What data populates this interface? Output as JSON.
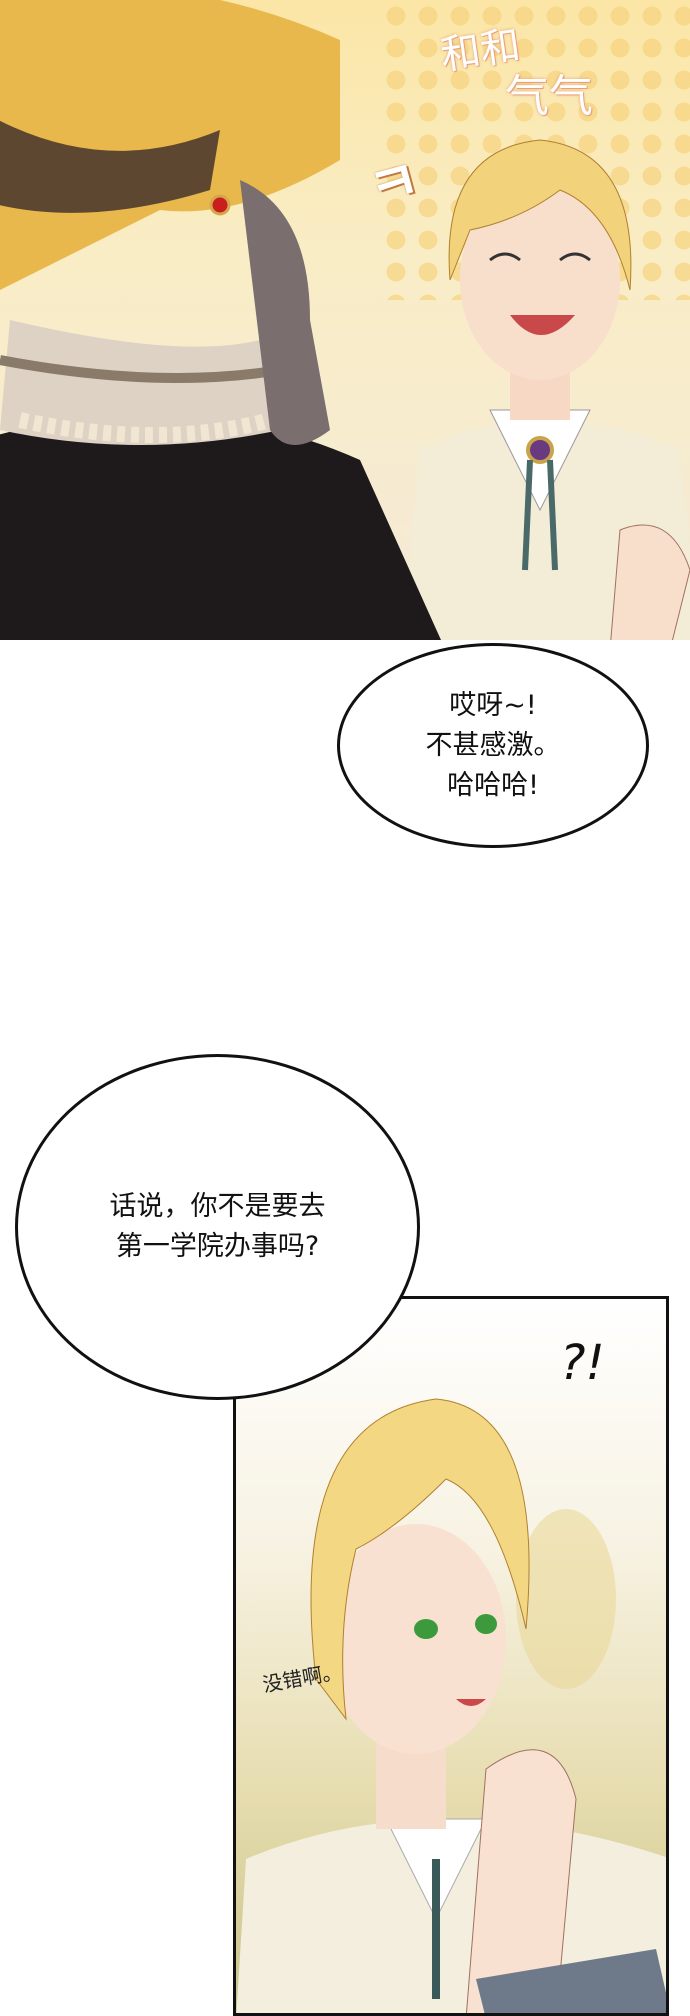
{
  "panel1": {
    "sfx_top": "和和",
    "sfx_bottom": "气气",
    "sfx_laugh": "ㅋ"
  },
  "bubble1": {
    "lines": [
      "哎呀~!",
      "不甚感激。",
      "哈哈哈!"
    ]
  },
  "bubble2": {
    "lines": [
      "话说，你不是要去",
      "第一学院办事吗?"
    ]
  },
  "panel2": {
    "sfx_question": "?!",
    "whisper": "没错啊。"
  }
}
